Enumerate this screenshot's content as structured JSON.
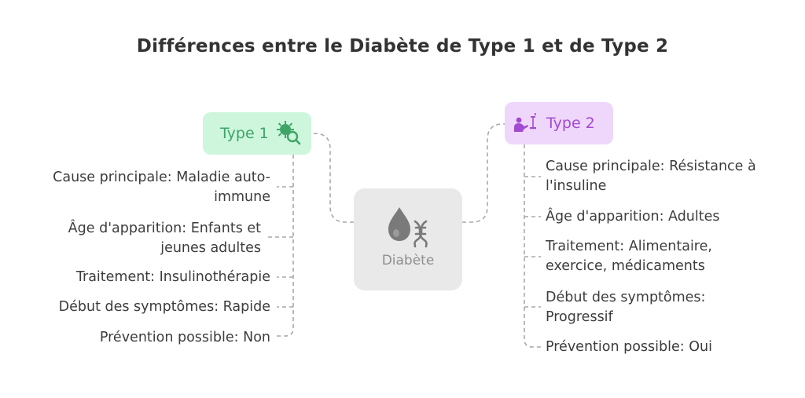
{
  "title": "Différences entre le Diabète de Type 1 et de Type 2",
  "center": {
    "label": "Diabète",
    "icon": "blood-drop-dna-icon"
  },
  "type1": {
    "label": "Type 1",
    "icon": "virus-magnifier-icon",
    "color": "#3ea567",
    "background": "#cdf6dd",
    "items": [
      [
        "Cause principale: Maladie auto-",
        "immune"
      ],
      [
        "Âge d'apparition: Enfants et",
        "jeunes adultes"
      ],
      [
        "Traitement: Insulinothérapie"
      ],
      [
        "Début des symptômes: Rapide"
      ],
      [
        "Prévention possible: Non"
      ]
    ]
  },
  "type2": {
    "label": "Type 2",
    "icon": "person-eating-icon",
    "color": "#a24ad3",
    "background": "#efd6fb",
    "items": [
      [
        "Cause principale: Résistance à",
        "l'insuline"
      ],
      [
        "Âge d'apparition: Adultes"
      ],
      [
        "Traitement: Alimentaire,",
        "exercice, médicaments"
      ],
      [
        "Début des symptômes:",
        "Progressif"
      ],
      [
        "Prévention possible: Oui"
      ]
    ]
  },
  "colors": {
    "connector": "#a8a8a8",
    "center_bg": "#e9e9e9",
    "center_text": "#8f8f8f"
  }
}
